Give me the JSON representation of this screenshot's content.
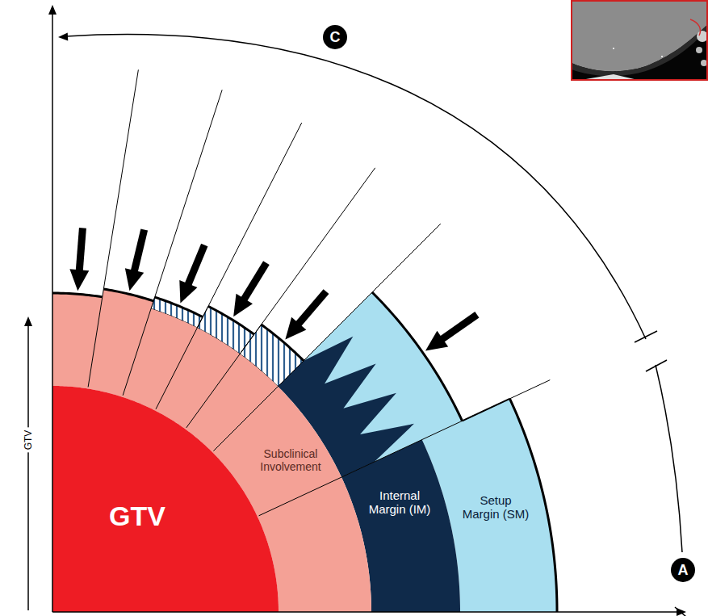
{
  "diagram": {
    "nodes": [
      {
        "text": [
          "GTV"
        ]
      },
      {
        "text": [
          "Subclinical Involvement"
        ]
      },
      {
        "text": [
          "Internal Margin (IM)"
        ]
      },
      {
        "text": [
          "Setup Margin (SM)"
        ]
      },
      {
        "text": [
          "C"
        ]
      },
      {
        "text": [
          "A"
        ]
      }
    ],
    "labels": [
      "GTV"
    ]
  }
}
